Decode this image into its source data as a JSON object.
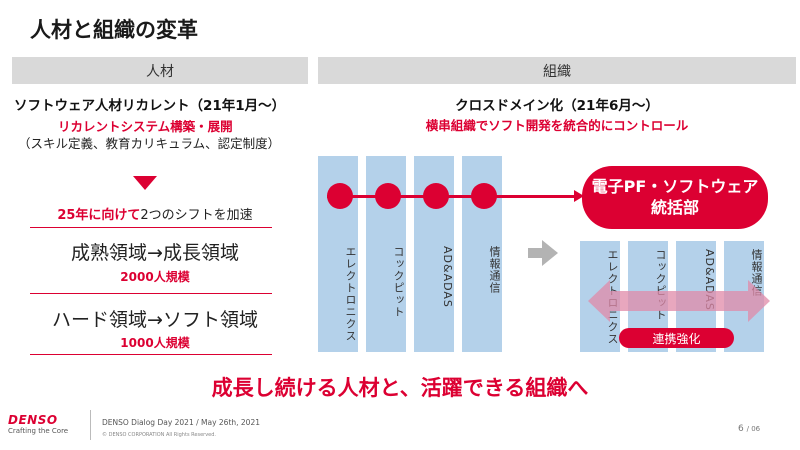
{
  "title": "人材と組織の変革",
  "left": {
    "header": "人材",
    "heading": "ソフトウェア人材リカレント（21年1月〜）",
    "sub_red": "リカレントシステム構築・展開",
    "sub_note": "（スキル定義、教育カリキュラム、認定制度）",
    "accel_red": "25年に向けて",
    "accel_rest": "2つのシフトを加速",
    "shifts": [
      {
        "main": "成熟領域→成長領域",
        "scale": "2000人規模"
      },
      {
        "main": "ハード領域→ソフト領域",
        "scale": "1000人規模"
      }
    ]
  },
  "right": {
    "header": "組織",
    "heading": "クロスドメイン化（21年6月〜）",
    "sub_red": "横串組織でソフト開発を統合的にコントロール",
    "pf_box": {
      "line1": "電子PF・ソフトウェア",
      "line2": "統括部"
    },
    "columns_before": [
      "エレクトロニクス",
      "コックピット",
      "AD&ADAS",
      "情報通信"
    ],
    "columns_after": [
      "エレクトロニクス",
      "コックピット",
      "AD&ADAS",
      "情報通信"
    ],
    "collab_label": "連携強化"
  },
  "tagline": "成長し続ける人材と、活躍できる組織へ",
  "footer": {
    "logo": "DENSO",
    "logo_sub": "Crafting the Core",
    "event": "DENSO Dialog Day 2021 / May 26th, 2021",
    "copyright": "© DENSO CORPORATION  All Rights Reserved.",
    "page": "6",
    "total": "/ 06"
  },
  "colors": {
    "accent": "#dc0032",
    "column": "#b4d1ea",
    "header": "#d9d9d9"
  }
}
